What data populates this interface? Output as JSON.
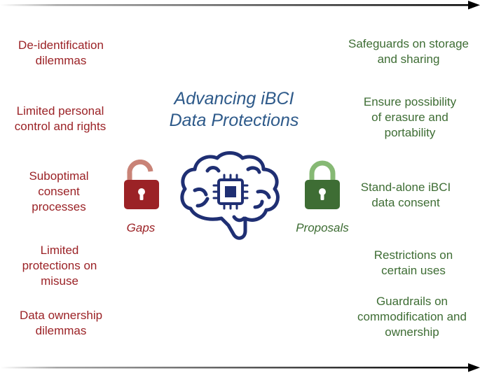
{
  "title": {
    "line1": "Advancing iBCI",
    "line2": "Data Protections"
  },
  "gaps": {
    "caption": "Gaps",
    "items": [
      {
        "line1": "De-identification",
        "line2": "dilemmas"
      },
      {
        "line1": "Limited personal",
        "line2": "control and rights"
      },
      {
        "line1": "Suboptimal",
        "line2": "consent",
        "line3": "processes"
      },
      {
        "line1": "Limited",
        "line2": "protections on",
        "line3": "misuse"
      },
      {
        "line1": "Data ownership",
        "line2": "dilemmas"
      }
    ]
  },
  "proposals": {
    "caption": "Proposals",
    "items": [
      {
        "line1": "Safeguards on storage",
        "line2": "and sharing"
      },
      {
        "line1": "Ensure possibility",
        "line2": "of erasure and",
        "line3": "portability"
      },
      {
        "line1": "Stand-alone iBCI",
        "line2": "data consent"
      },
      {
        "line1": "Restrictions on",
        "line2": "certain uses"
      },
      {
        "line1": "Guardrails on",
        "line2": "commodification and",
        "line3": "ownership"
      }
    ]
  },
  "colors": {
    "gap": "#9b2226",
    "proposal": "#3e6d34",
    "title": "#2e5a8a",
    "brain": "#1f2f73",
    "lock_gap_shackle": "#c98377",
    "lock_prop_shackle": "#86b974"
  },
  "icons": [
    "open-padlock-icon",
    "closed-padlock-icon",
    "brain-chip-icon",
    "arrow-right-icon"
  ]
}
